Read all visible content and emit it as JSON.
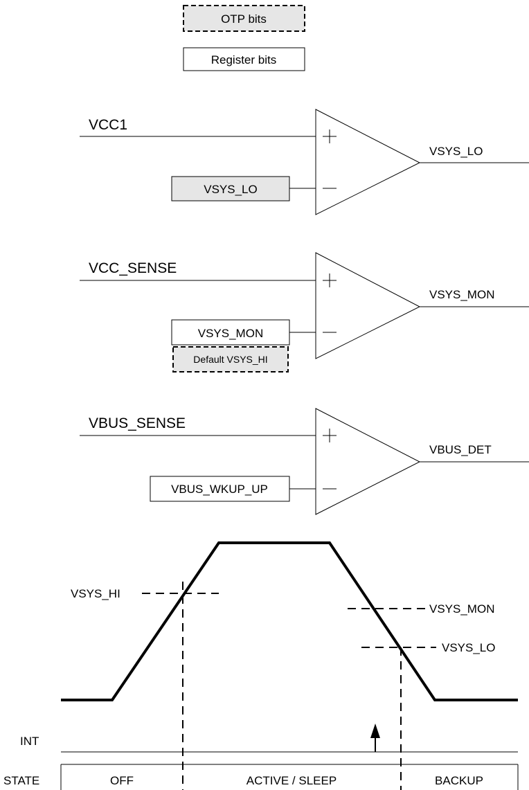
{
  "legend": {
    "otp_label": "OTP bits",
    "register_label": "Register bits"
  },
  "comparators": [
    {
      "input_label": "VCC1",
      "threshold_label": "VSYS_LO",
      "output_label": "VSYS_LO",
      "threshold_type": "otp"
    },
    {
      "input_label": "VCC_SENSE",
      "threshold_label": "VSYS_MON",
      "threshold_default_label": "Default VSYS_HI",
      "output_label": "VSYS_MON",
      "threshold_type": "register"
    },
    {
      "input_label": "VBUS_SENSE",
      "threshold_label": "VBUS_WKUP_UP",
      "output_label": "VBUS_DET",
      "threshold_type": "register"
    }
  ],
  "timing": {
    "thresholds": {
      "hi": "VSYS_HI",
      "mon": "VSYS_MON",
      "lo": "VSYS_LO"
    },
    "int_label": "INT",
    "state_label": "STATE",
    "states": [
      "OFF",
      "ACTIVE / SLEEP",
      "BACKUP"
    ]
  },
  "colors": {
    "otp_fill": "#e6e6e6",
    "line": "#000000"
  }
}
